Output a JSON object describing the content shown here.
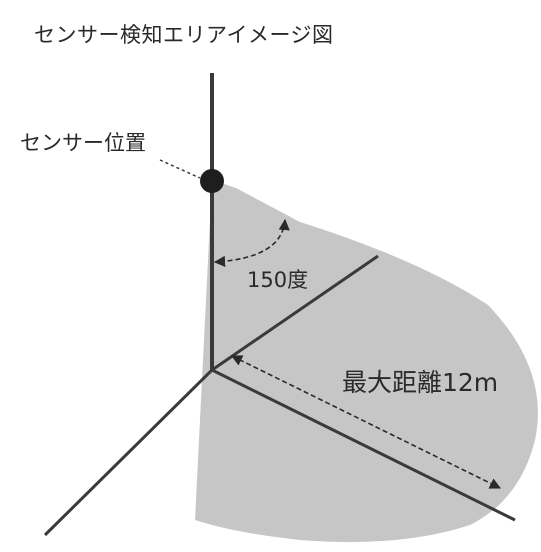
{
  "title": "センサー検知エリアイメージ図",
  "sensor_label": "センサー位置",
  "angle_label": "150度",
  "distance_label": "最大距離12m",
  "colors": {
    "area_fill": "#c6c6c6",
    "line": "#3a3a3a",
    "text": "#2a2a2a",
    "background": "#ffffff"
  }
}
